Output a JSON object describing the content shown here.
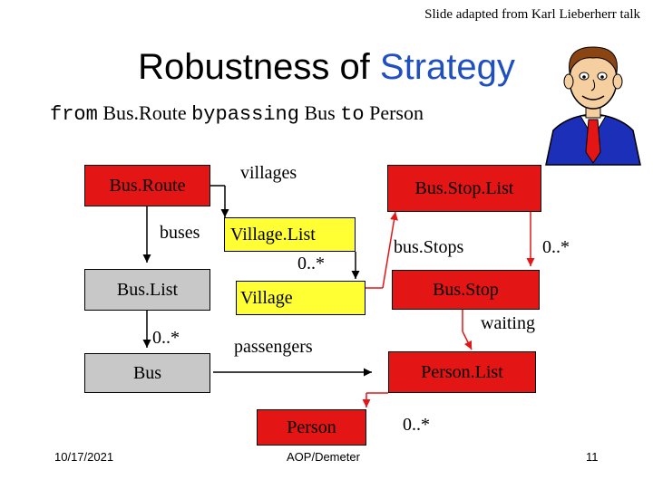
{
  "header": {
    "credit": "Slide adapted from Karl Lieberherr talk",
    "title_plain": "Robustness of ",
    "title_highlight": "Strategy",
    "accent_color": "#1f4fc0"
  },
  "strategy": {
    "kw_from": "from",
    "source": "Bus.Route",
    "kw_bypassing": "bypassing",
    "bypassed": "Bus",
    "kw_to": "to",
    "target": "Person"
  },
  "nodes": {
    "busroute": "Bus.Route",
    "buslist": "Bus.List",
    "bus": "Bus",
    "villagelist": "Village.List",
    "village": "Village",
    "busstoplist": "Bus.Stop.List",
    "busstop": "Bus.Stop",
    "personlist": "Person.List",
    "person": "Person"
  },
  "edge_labels": {
    "villages": "villages",
    "buses": "buses",
    "mult_villagelist": "0..*",
    "mult_buslist": "0..*",
    "passengers": "passengers",
    "busstops": "bus.Stops",
    "mult_busstoplist": "0..*",
    "waiting": "waiting",
    "mult_personlist": "0..*"
  },
  "colors": {
    "path_node": "#e31515",
    "bypassed_node": "#c8c8c8",
    "village_nodes": "#ffff33",
    "path_edge": "#e31515"
  },
  "footer": {
    "date": "10/17/2021",
    "center": "AOP/Demeter",
    "page": "11"
  },
  "icons": [
    "cartoon-man-icon"
  ]
}
